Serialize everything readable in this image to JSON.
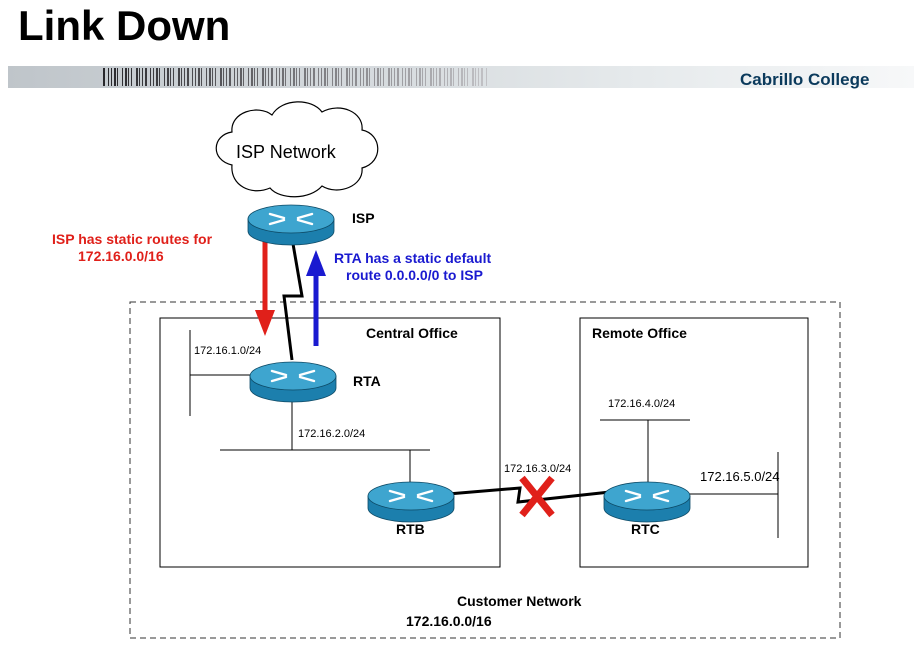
{
  "header": {
    "title": "Link Down",
    "brand": "Cabrillo College"
  },
  "cloud": {
    "label": "ISP Network"
  },
  "routers": {
    "isp": "ISP",
    "rta": "RTA",
    "rtb": "RTB",
    "rtc": "RTC"
  },
  "annotations": {
    "isp_routes_line1": "ISP has static routes for",
    "isp_routes_line2": "172.16.0.0/16",
    "rta_default_line1": "RTA has a static default",
    "rta_default_line2": "route 0.0.0.0/0 to ISP"
  },
  "boxes": {
    "central": "Central Office",
    "remote": "Remote Office"
  },
  "networks": {
    "n1": "172.16.1.0/24",
    "n2": "172.16.2.0/24",
    "n3": "172.16.3.0/24",
    "n4": "172.16.4.0/24",
    "n5": "172.16.5.0/24"
  },
  "customer": {
    "label": "Customer Network",
    "prefix": "172.16.0.0/16"
  },
  "link_status": {
    "mark": "X",
    "color": "#e0201a"
  },
  "colors": {
    "router_top": "#3ea5cf",
    "router_side": "#1c7fad",
    "brand": "#0b3a5c",
    "red_arrow": "#e0201a",
    "blue_arrow": "#1a1ad0"
  }
}
